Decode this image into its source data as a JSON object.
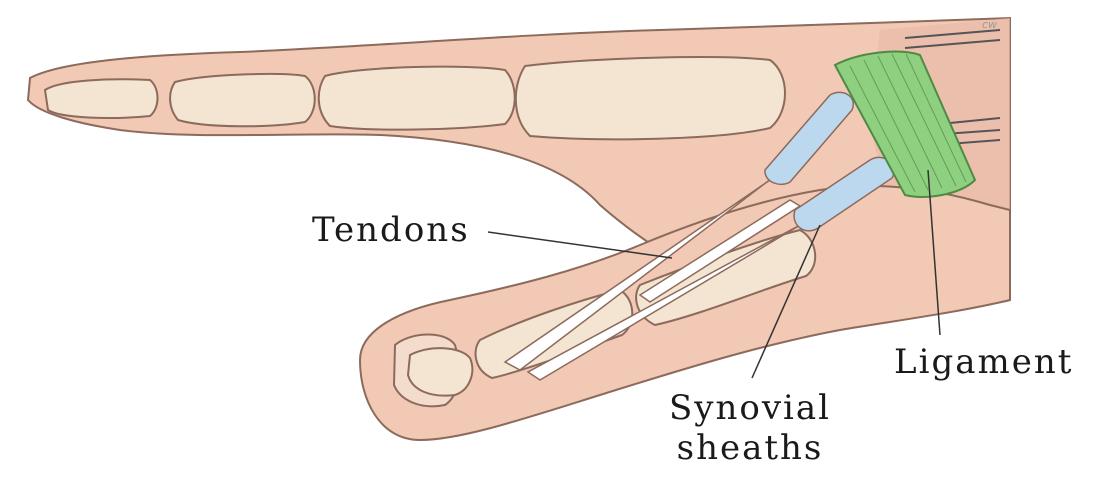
{
  "labels": {
    "tendons": "Tendons",
    "ligament": "Ligament",
    "sheaths_line1": "Synovial",
    "sheaths_line2": "sheaths"
  },
  "artist_signature": "cw",
  "colors": {
    "skin": "#f1c9b5",
    "skin_outline": "#8c6a5c",
    "bone": "#f4e4d2",
    "tendon": "#ffffff",
    "sheath": "#bcd8ee",
    "ligament": "#8fd080",
    "ligament_outline": "#4f8a44"
  },
  "icons": [
    "hand-illustration"
  ]
}
